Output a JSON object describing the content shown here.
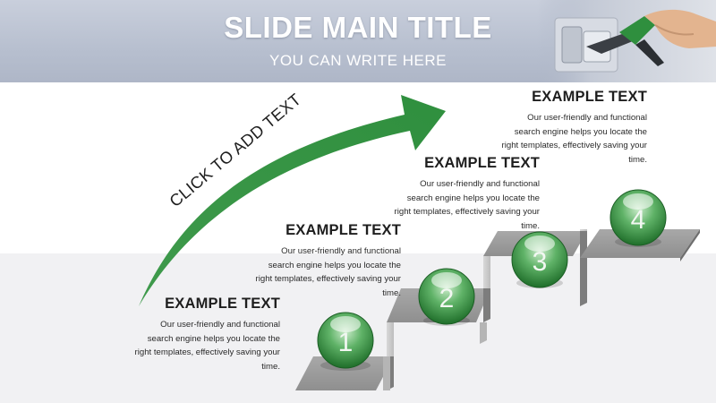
{
  "slide": {
    "title": "SLIDE MAIN TITLE",
    "subtitle": "YOU CAN WRITE HERE",
    "arrow_label": "CLICK TO ADD TEXT"
  },
  "steps": [
    {
      "number": "1",
      "heading": "EXAMPLE TEXT",
      "body": "Our user-friendly and functional search engine helps you locate the right templates, effectively saving your time."
    },
    {
      "number": "2",
      "heading": "EXAMPLE TEXT",
      "body": "Our user-friendly and functional search engine helps you locate the right templates, effectively saving your time."
    },
    {
      "number": "3",
      "heading": "EXAMPLE TEXT",
      "body": "Our user-friendly and functional search engine helps you locate the right templates, effectively saving your time."
    },
    {
      "number": "4",
      "heading": "EXAMPLE TEXT",
      "body": "Our user-friendly and functional search engine helps you locate the right templates, effectively saving your time."
    }
  ],
  "colors": {
    "accent_green": "#2f8f3e",
    "header_bg": "#b7bfcf",
    "stair_gray": "#9a9a9a"
  },
  "icons": {
    "header_image": "fuel-nozzle-icon"
  }
}
